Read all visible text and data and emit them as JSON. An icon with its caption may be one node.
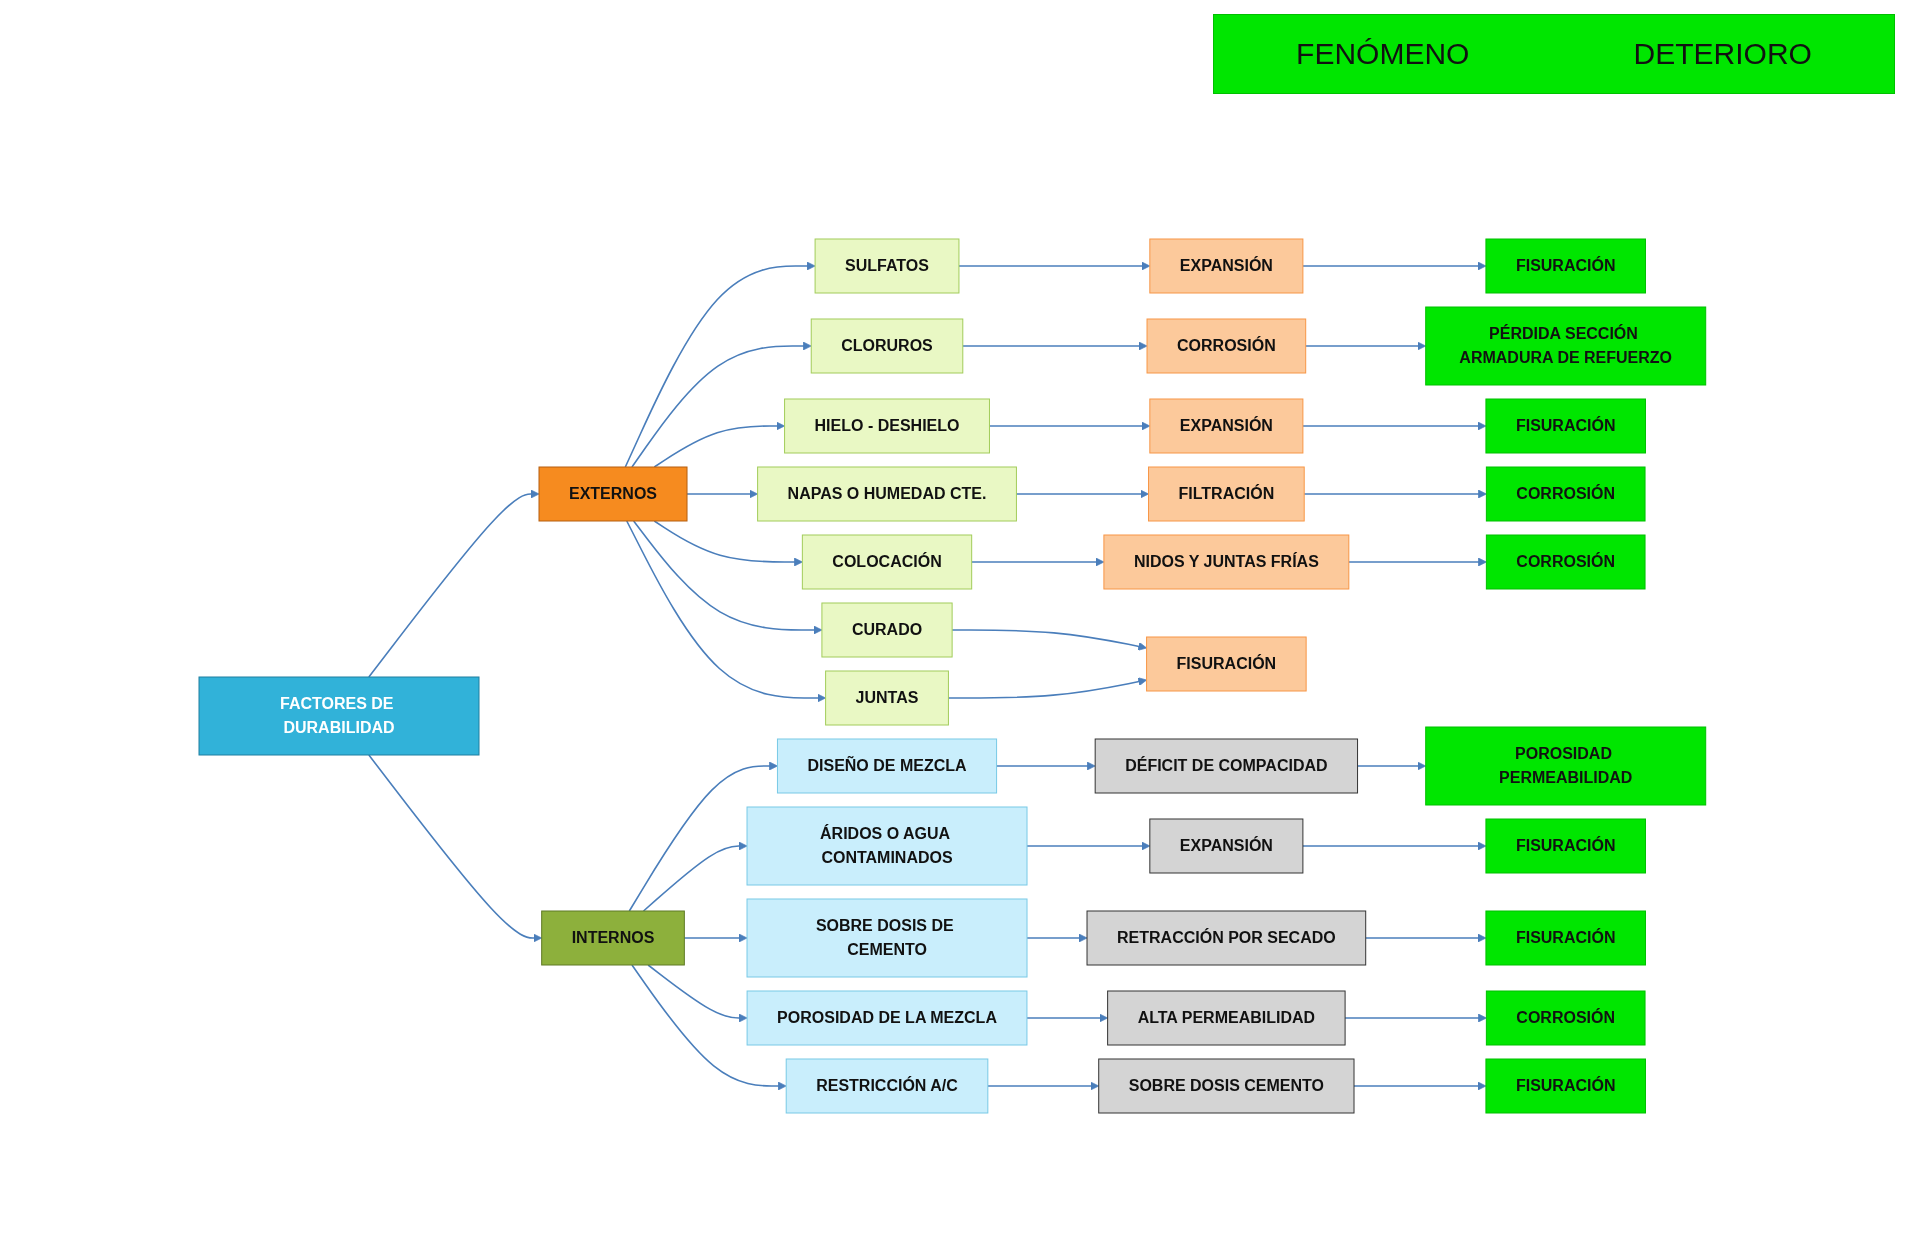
{
  "diagram": {
    "nodes": [
      {
        "text": [
          "FENÓMENO",
          "DETERIORO"
        ]
      },
      {
        "text": [
          "FACTORES DE DURABILIDAD"
        ]
      },
      {
        "text": [
          "EXTERNOS"
        ]
      },
      {
        "text": [
          "INTERNOS"
        ]
      },
      {
        "text": [
          "SULFATOS"
        ]
      },
      {
        "text": [
          "CLORUROS"
        ]
      },
      {
        "text": [
          "HIELO - DESHIELO"
        ]
      },
      {
        "text": [
          "NAPAS O HUMEDAD CTE."
        ]
      },
      {
        "text": [
          "COLOCACIÓN"
        ]
      },
      {
        "text": [
          "CURADO"
        ]
      },
      {
        "text": [
          "JUNTAS"
        ]
      },
      {
        "text": [
          "EXPANSIÓN"
        ]
      },
      {
        "text": [
          "CORROSIÓN"
        ]
      },
      {
        "text": [
          "EXPANSIÓN"
        ]
      },
      {
        "text": [
          "FILTRACIÓN"
        ]
      },
      {
        "text": [
          "NIDOS Y JUNTAS FRÍAS"
        ]
      },
      {
        "text": [
          "FISURACIÓN"
        ]
      },
      {
        "text": [
          "FISURACIÓN"
        ]
      },
      {
        "text": [
          "PÉRDIDA SECCIÓN ARMADURA DE REFUERZO"
        ]
      },
      {
        "text": [
          "FISURACIÓN"
        ]
      },
      {
        "text": [
          "CORROSIÓN"
        ]
      },
      {
        "text": [
          "CORROSIÓN"
        ]
      },
      {
        "text": [
          "DISEÑO DE MEZCLA"
        ]
      },
      {
        "text": [
          "ÁRIDOS O AGUA CONTAMINADOS"
        ]
      },
      {
        "text": [
          "SOBRE DOSIS DE CEMENTO"
        ]
      },
      {
        "text": [
          "POROSIDAD DE LA MEZCLA"
        ]
      },
      {
        "text": [
          "RESTRICCIÓN A/C"
        ]
      },
      {
        "text": [
          "DÉFICIT DE COMPACIDAD"
        ]
      },
      {
        "text": [
          "EXPANSIÓN"
        ]
      },
      {
        "text": [
          "RETRACCIÓN POR SECADO"
        ]
      },
      {
        "text": [
          "ALTA PERMEABILIDAD"
        ]
      },
      {
        "text": [
          "SOBRE DOSIS CEMENTO"
        ]
      },
      {
        "text": [
          "POROSIDAD PERMEABILIDAD"
        ]
      },
      {
        "text": [
          "FISURACIÓN"
        ]
      },
      {
        "text": [
          "FISURACIÓN"
        ]
      },
      {
        "text": [
          "CORROSIÓN"
        ]
      },
      {
        "text": [
          "FISURACIÓN"
        ]
      }
    ],
    "edges": [
      {
        "from": 1,
        "to": 2,
        "arrow": "to"
      },
      {
        "from": 1,
        "to": 3,
        "arrow": "to"
      },
      {
        "from": 2,
        "to": 4,
        "arrow": "to"
      },
      {
        "from": 2,
        "to": 5,
        "arrow": "to"
      },
      {
        "from": 2,
        "to": 6,
        "arrow": "to"
      },
      {
        "from": 2,
        "to": 7,
        "arrow": "to"
      },
      {
        "from": 2,
        "to": 8,
        "arrow": "to"
      },
      {
        "from": 2,
        "to": 9,
        "arrow": "to"
      },
      {
        "from": 2,
        "to": 10,
        "arrow": "to"
      },
      {
        "from": 4,
        "to": 11,
        "arrow": "to"
      },
      {
        "from": 5,
        "to": 12,
        "arrow": "to"
      },
      {
        "from": 6,
        "to": 13,
        "arrow": "to"
      },
      {
        "from": 7,
        "to": 14,
        "arrow": "to"
      },
      {
        "from": 8,
        "to": 15,
        "arrow": "to"
      },
      {
        "from": 9,
        "to": 16,
        "arrow": "to"
      },
      {
        "from": 10,
        "to": 16,
        "arrow": "to"
      },
      {
        "from": 11,
        "to": 17,
        "arrow": "to"
      },
      {
        "from": 12,
        "to": 18,
        "arrow": "to"
      },
      {
        "from": 13,
        "to": 19,
        "arrow": "to"
      },
      {
        "from": 14,
        "to": 20,
        "arrow": "to"
      },
      {
        "from": 15,
        "to": 21,
        "arrow": "to"
      },
      {
        "from": 3,
        "to": 22,
        "arrow": "to"
      },
      {
        "from": 3,
        "to": 23,
        "arrow": "to"
      },
      {
        "from": 3,
        "to": 24,
        "arrow": "to"
      },
      {
        "from": 3,
        "to": 25,
        "arrow": "to"
      },
      {
        "from": 3,
        "to": 26,
        "arrow": "to"
      },
      {
        "from": 22,
        "to": 27,
        "arrow": "to"
      },
      {
        "from": 23,
        "to": 28,
        "arrow": "to"
      },
      {
        "from": 24,
        "to": 29,
        "arrow": "to"
      },
      {
        "from": 25,
        "to": 30,
        "arrow": "to"
      },
      {
        "from": 26,
        "to": 31,
        "arrow": "to"
      },
      {
        "from": 27,
        "to": 32,
        "arrow": "to"
      },
      {
        "from": 28,
        "to": 33,
        "arrow": "to"
      },
      {
        "from": 29,
        "to": 34,
        "arrow": "to"
      },
      {
        "from": 30,
        "to": 35,
        "arrow": "to"
      },
      {
        "from": 31,
        "to": 36,
        "arrow": "to"
      }
    ]
  }
}
